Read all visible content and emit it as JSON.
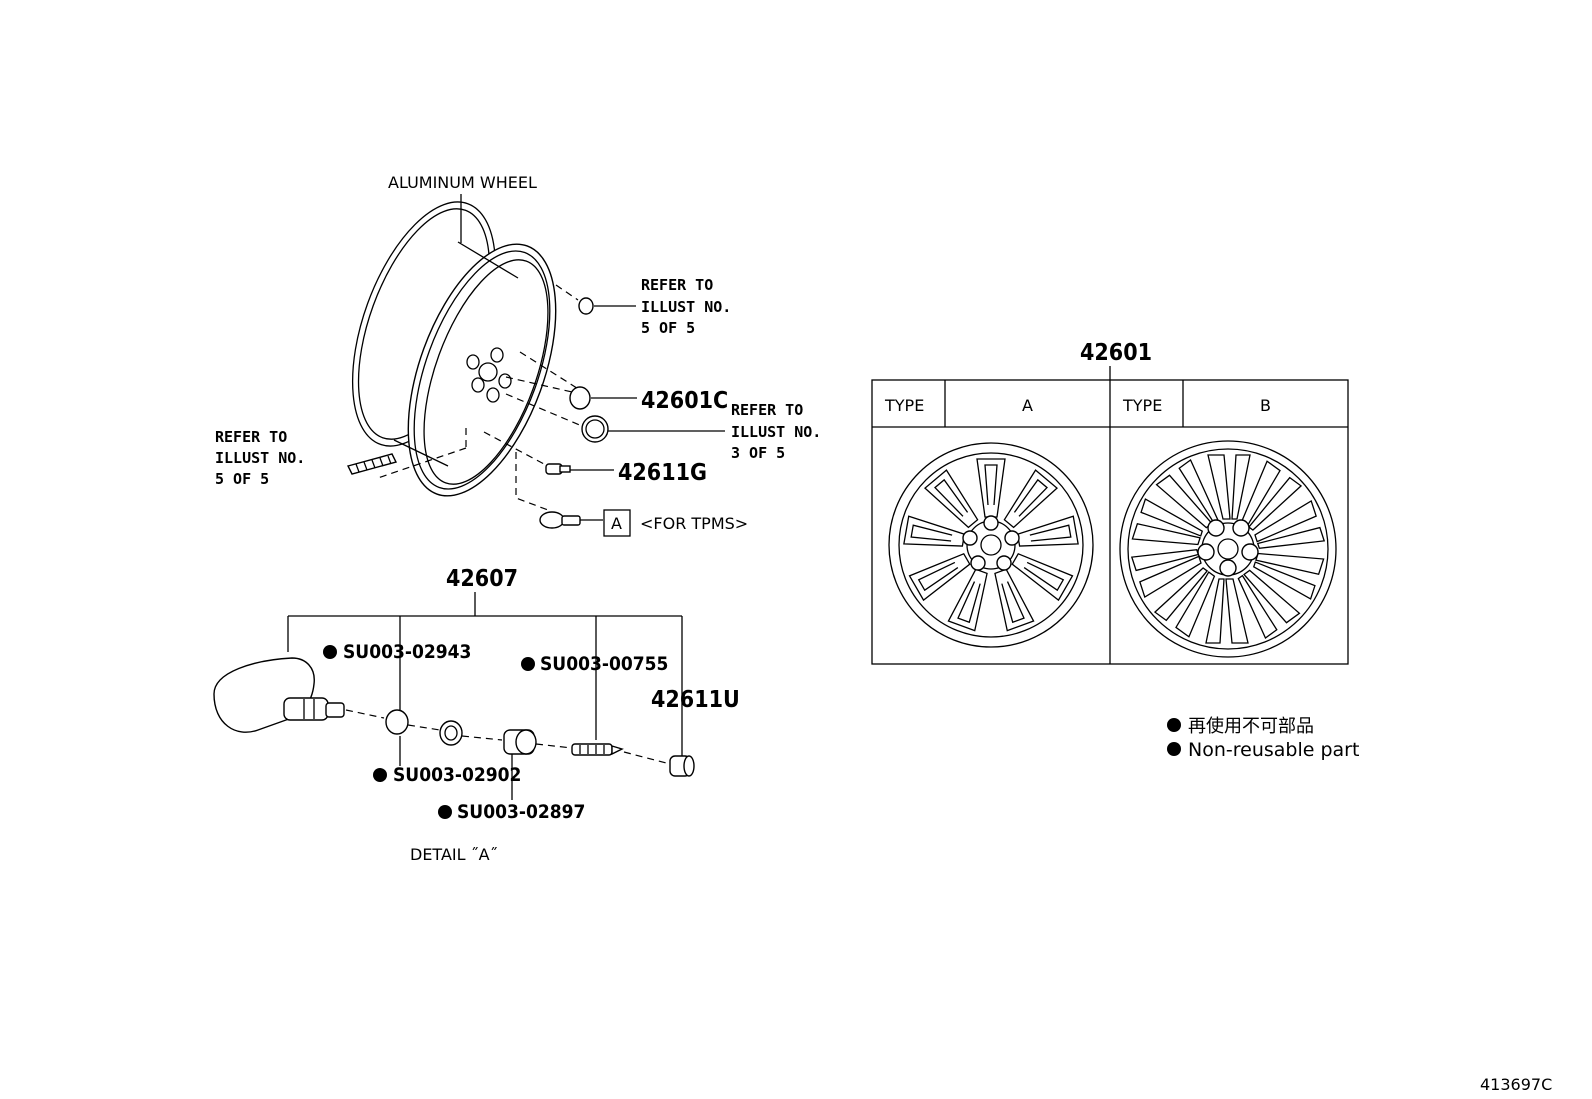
{
  "labels": {
    "aluminum_wheel": "ALUMINUM WHEEL",
    "refer_right_1": "REFER TO",
    "refer_right_2": "ILLUST NO.",
    "refer_right_3": "5 OF 5",
    "refer_mid_1": "REFER TO",
    "refer_mid_2": "ILLUST NO.",
    "refer_mid_3": "3 OF 5",
    "refer_left_1": "REFER TO",
    "refer_left_2": "ILLUST NO.",
    "refer_left_3": "5 OF 5",
    "tpms_box": "A",
    "tpms_note": "<FOR TPMS>",
    "detail_a": "DETAIL ˝A˝"
  },
  "parts": {
    "p42601c": "42601C",
    "p42611g": "42611G",
    "p42607": "42607",
    "p42611u": "42611U",
    "p42601": "42601",
    "su02943": "SU003-02943",
    "su00755": "SU003-00755",
    "su02902": "SU003-02902",
    "su02897": "SU003-02897"
  },
  "type_table": {
    "col1_head": "TYPE",
    "col1_value": "A",
    "col2_head": "TYPE",
    "col2_value": "B"
  },
  "legend": {
    "japanese": "再使用不可部品",
    "english": "Non-reusable part"
  },
  "illustration_id": "413697C"
}
